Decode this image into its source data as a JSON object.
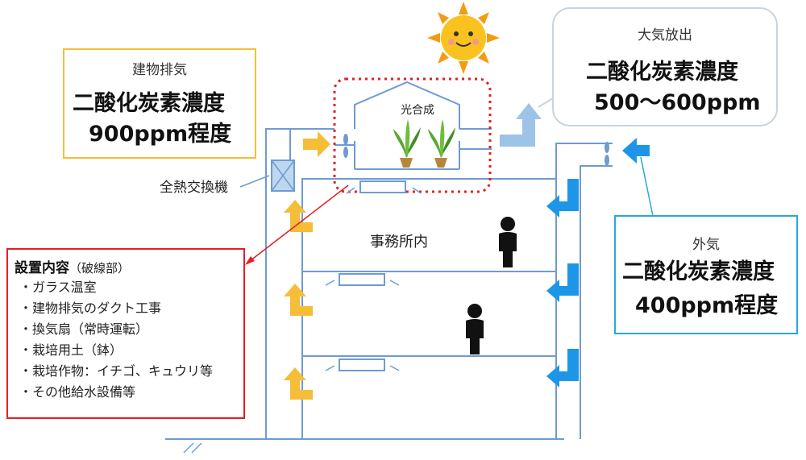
{
  "building_exhaust": {
    "label": "建物排気",
    "line1": "二酸化炭素濃度",
    "line2": "900ppm程度"
  },
  "atmospheric_release": {
    "label": "大気放出",
    "line1": "二酸化炭素濃度",
    "line2": "500～600ppm"
  },
  "outside_air": {
    "label": "外気",
    "line1": "二酸化炭素濃度",
    "line2": "400ppm程度"
  },
  "greenhouse_label": "光合成",
  "heat_exchanger_label": "全熱交換機",
  "office_label": "事務所内",
  "installation": {
    "title": "設置内容",
    "subtitle": "（破線部）",
    "items": [
      "・ガラス温室",
      "・建物排気のダクト工事",
      "・換気扇（常時運転）",
      "・栽培用土（鉢）",
      "・栽培作物：イチゴ、キュウリ等",
      "・その他給水設備等"
    ]
  },
  "colors": {
    "exhaust_yellow": "#f5bd38",
    "atmosphere_blue": "#9dc3e6",
    "outside_blue": "#28a8e0",
    "install_red": "#e21f26",
    "building_line": "#6f9bd1",
    "sun": "#f9c21f"
  },
  "icons": [
    "sun-icon",
    "plant-icon",
    "person-icon",
    "fan-icon",
    "heat-exchanger-icon"
  ]
}
